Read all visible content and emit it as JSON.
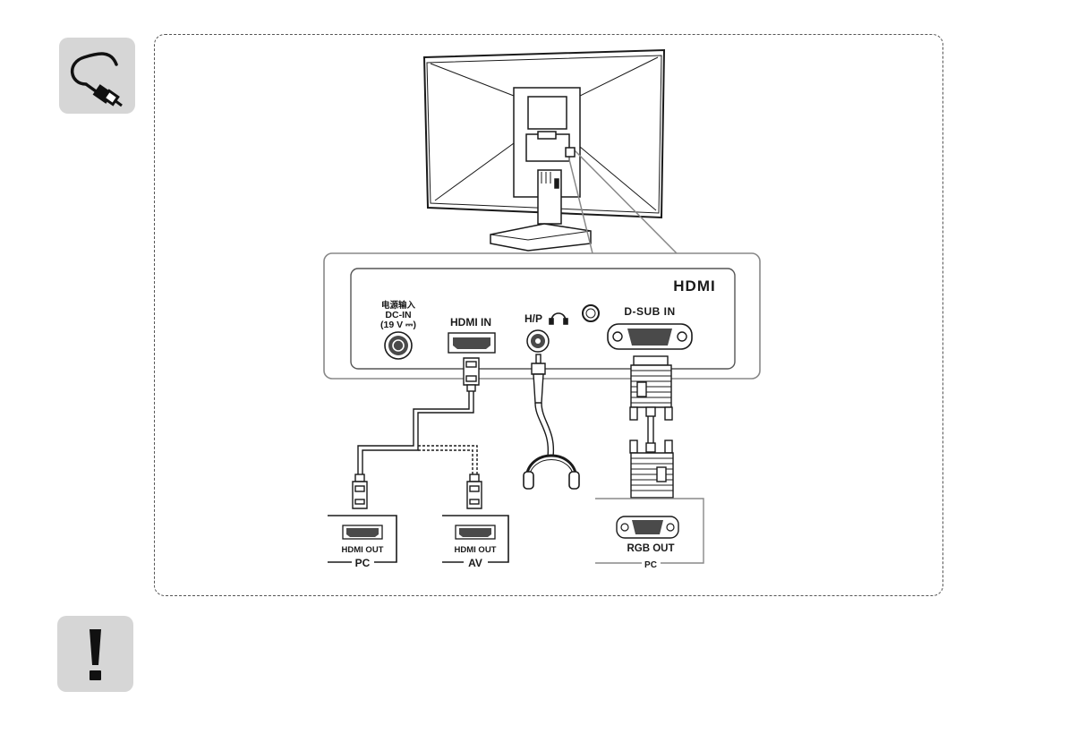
{
  "icons": {
    "connection": "cable-plug-icon",
    "note": "exclamation-icon"
  },
  "panel": {
    "logo": "HDMI",
    "power": {
      "line1": "电源输入",
      "line2": "DC-IN",
      "line3": "(19 V ⎓)"
    },
    "hdmi_in": "HDMI IN",
    "headphone": "H/P",
    "dsub_in": "D-SUB IN"
  },
  "sources": {
    "pc_hdmi": {
      "port": "HDMI OUT",
      "device": "PC"
    },
    "av_hdmi": {
      "port": "HDMI OUT",
      "device": "AV"
    },
    "pc_rgb": {
      "port": "RGB OUT",
      "device": "PC"
    }
  },
  "colors": {
    "line": "#1a1a1a",
    "tile": "#d6d6d6",
    "port": "#4a4a4a"
  }
}
